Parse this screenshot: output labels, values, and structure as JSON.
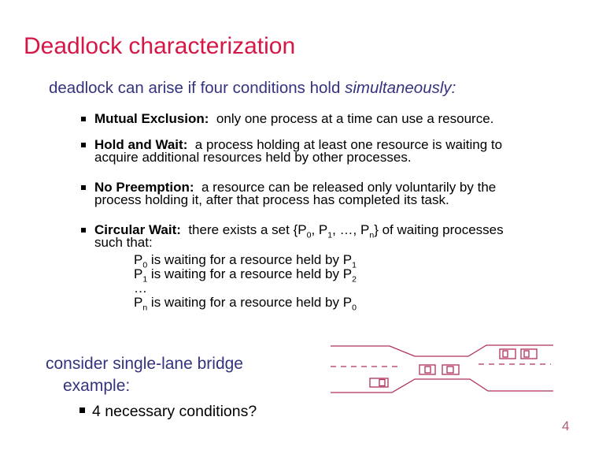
{
  "slide": {
    "title": "Deadlock characterization",
    "subtitle": {
      "pre": "deadlock can arise if four conditions hold ",
      "emphasis": "simultaneously:"
    },
    "bullets": [
      {
        "lead": "Mutual Exclusion:",
        "line1": "  only one process at a time can use a resource.",
        "line2": ""
      },
      {
        "lead": "Hold and Wait:",
        "line1": "  a process holding at least one resource is waiting to",
        "line2": "acquire additional resources held by other processes."
      },
      {
        "lead": "No Preemption:",
        "line1": "  a resource can be released only voluntarily by the",
        "line2": "process holding it, after that process has completed its task."
      }
    ],
    "circular_wait": {
      "lead": "Circular Wait:",
      "t1": "  there exists a set {P",
      "s1": "0",
      "t2": ", P",
      "s2": "1",
      "t3": ", …, P",
      "s3": "n",
      "t4": "} of waiting processes",
      "line2": "such that:",
      "lines": [
        {
          "p1": "P",
          "sub1": "0",
          "mid": " is waiting for a resource held by P",
          "sub2": "1"
        },
        {
          "p1": "P",
          "sub1": "1",
          "mid": " is waiting for a resource held by P",
          "sub2": "2"
        },
        {
          "p1": "…",
          "sub1": "",
          "mid": "",
          "sub2": ""
        },
        {
          "p1": "P",
          "sub1": "n",
          "mid": " is waiting for a resource held by P",
          "sub2": "0"
        }
      ]
    },
    "bridge_example": {
      "line1": "consider single-lane bridge",
      "line2": "example:",
      "bullet": "4 necessary conditions?"
    },
    "page_number": "4"
  },
  "diagram": {
    "name": "single-lane bridge with cars",
    "cars_approaching_left_side": 1,
    "cars_on_bridge": 2,
    "cars_approaching_right_side": 2
  },
  "colors": {
    "title": "#d61745",
    "navy": "#333380",
    "body": "#000000",
    "diagram": "#b03058",
    "page": "#b25a78"
  }
}
